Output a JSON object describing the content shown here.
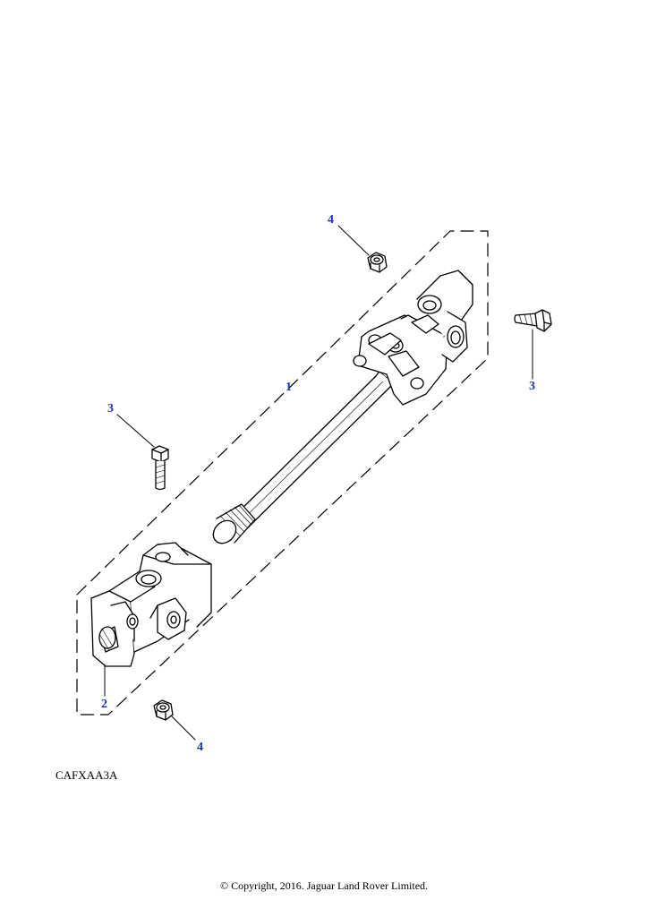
{
  "diagram": {
    "drawing_code": "CAFXAA3A",
    "copyright": "© Copyright, 2016. Jaguar Land Rover Limited.",
    "callouts": {
      "shaft": "1",
      "lower_joint": "2",
      "bolt_left": "3",
      "bolt_right": "3",
      "nut_top": "4",
      "nut_bottom": "4"
    },
    "colors": {
      "callout_text": "#1a34c8",
      "line_art": "#000000",
      "background": "#ffffff"
    }
  }
}
